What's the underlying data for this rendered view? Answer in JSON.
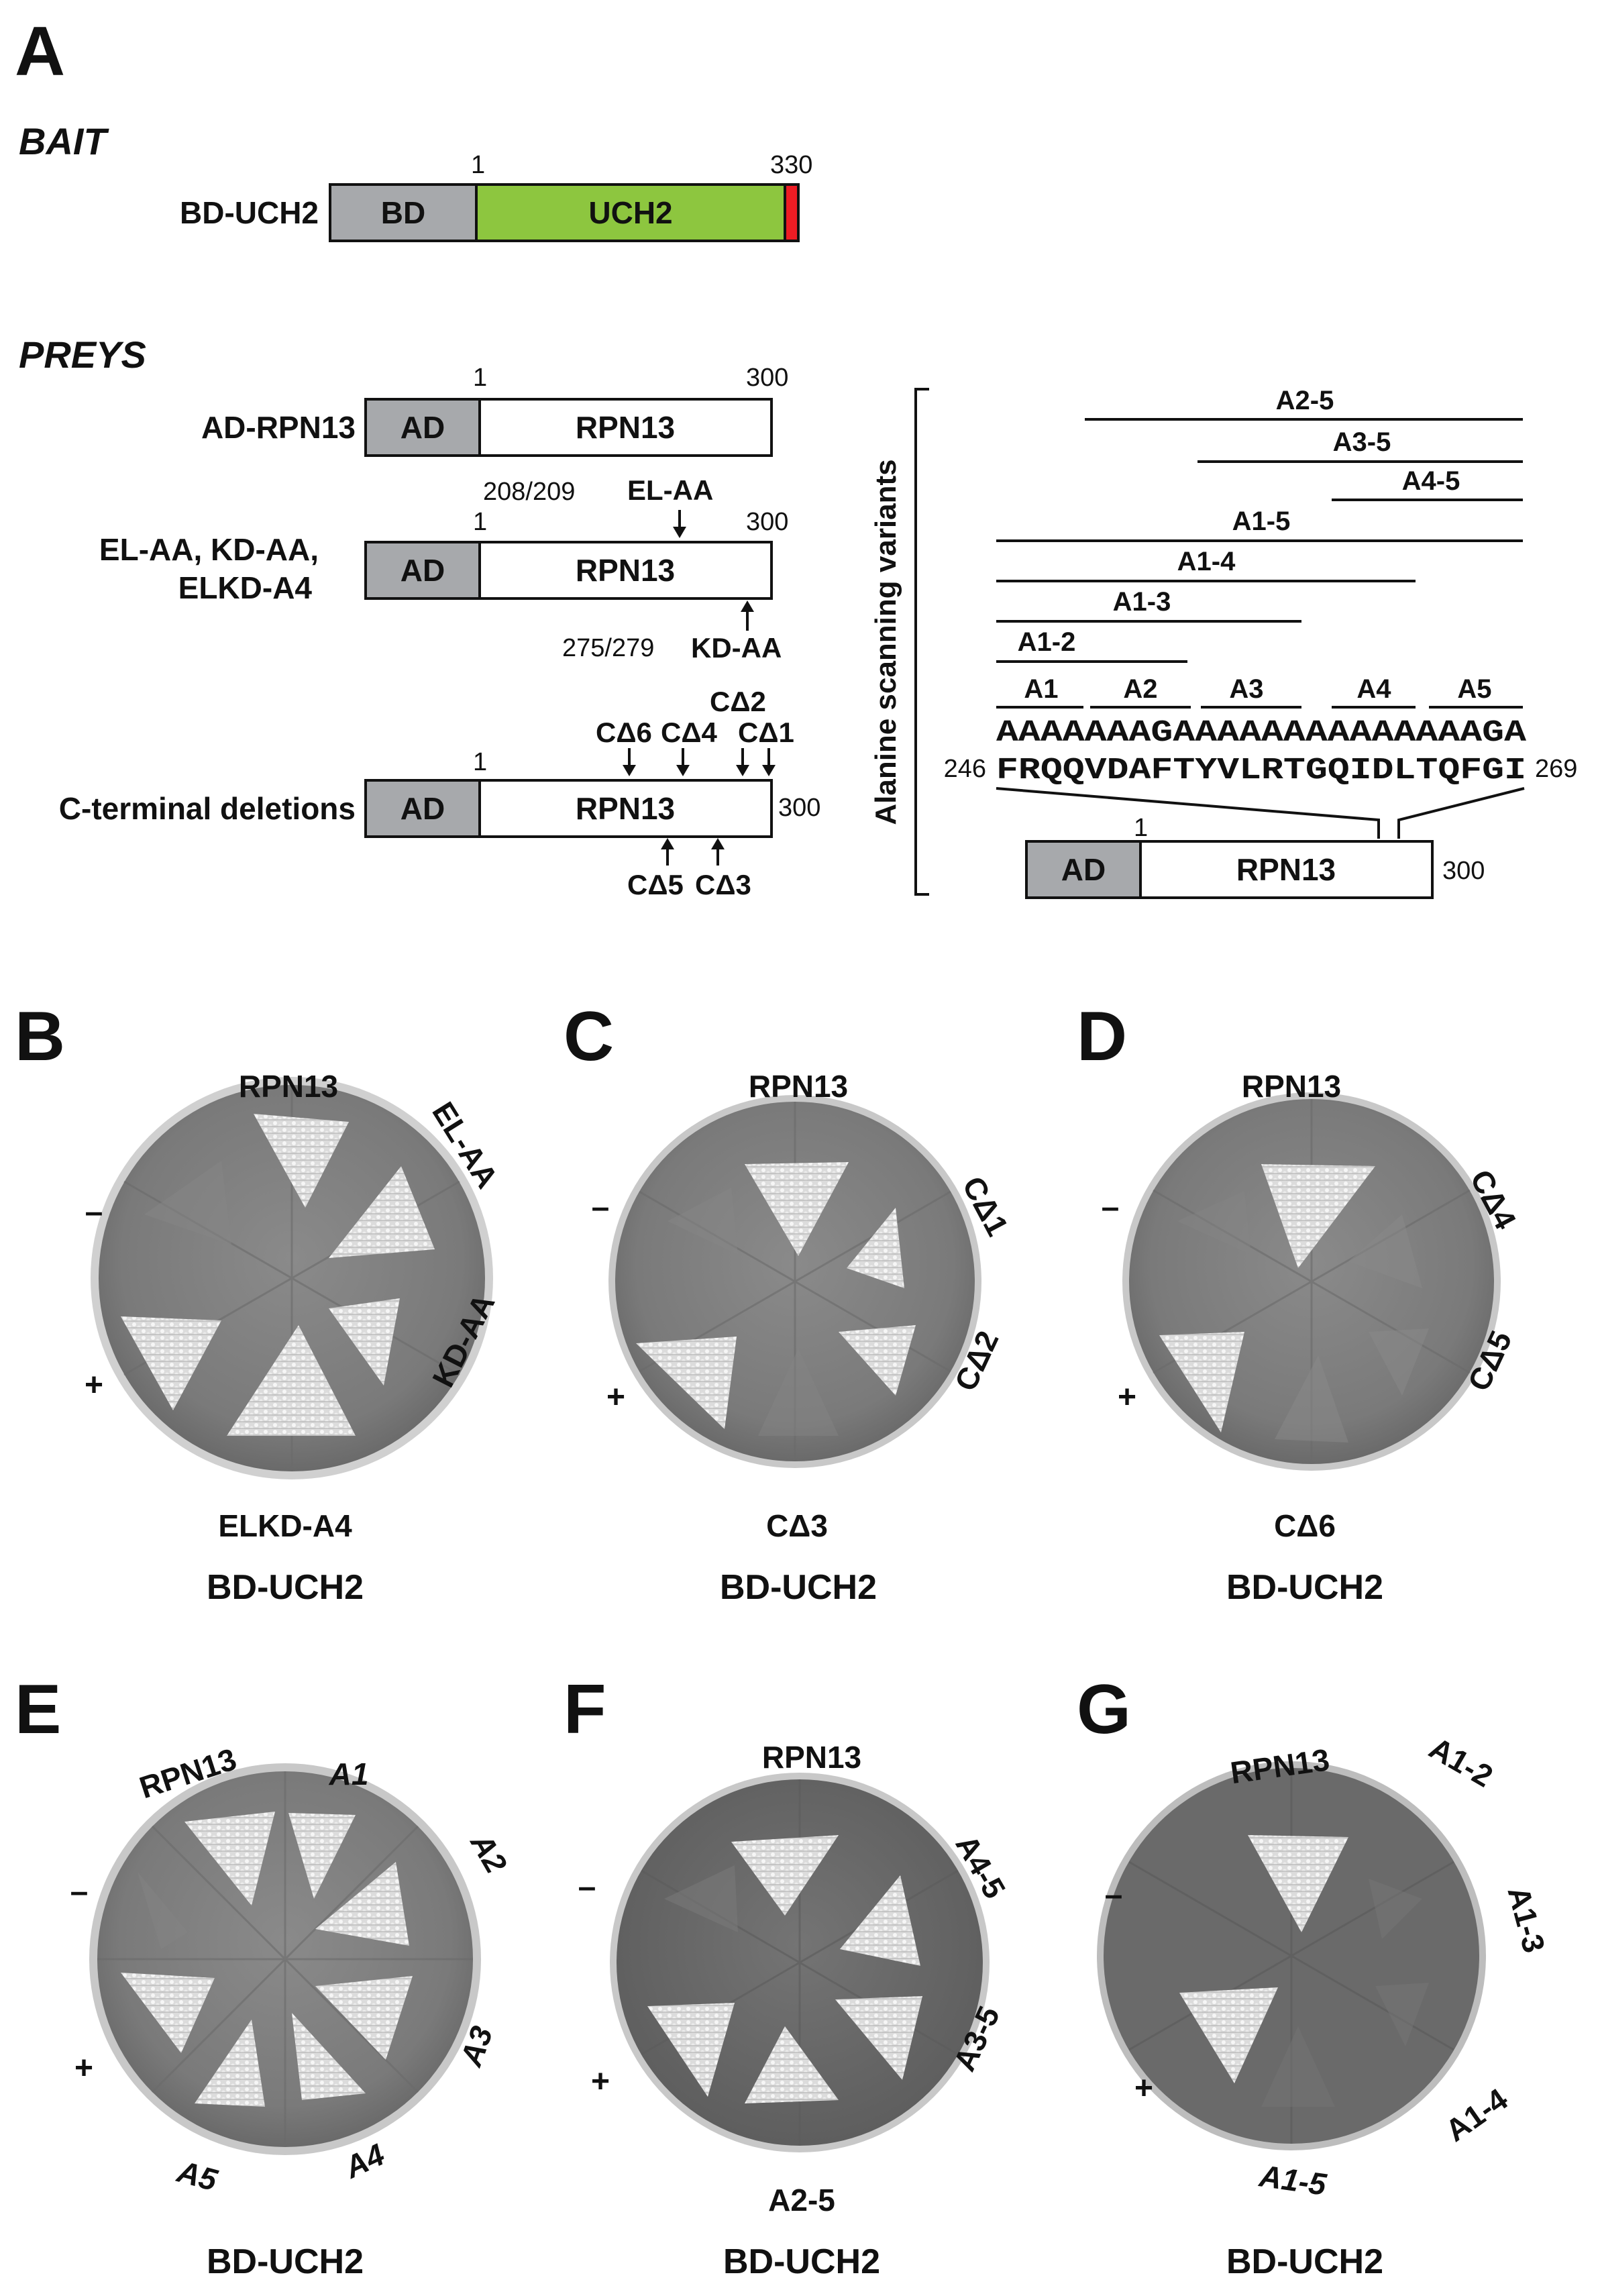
{
  "panels": {
    "A": "A",
    "B": "B",
    "C": "C",
    "D": "D",
    "E": "E",
    "F": "F",
    "G": "G"
  },
  "bait": {
    "heading": "BAIT",
    "name": "BD-UCH2",
    "bd": "BD",
    "uch2": "UCH2",
    "start": "1",
    "end": "330",
    "colors": {
      "bd": "#a7a9ac",
      "uch2": "#8dc63f",
      "tag": "#ed1c24"
    }
  },
  "preys": {
    "heading": "PREYS",
    "ad": "AD",
    "rpn13": "RPN13",
    "one": "1",
    "end": "300",
    "row1": {
      "name": "AD-RPN13"
    },
    "row2": {
      "name_line1": "EL-AA, KD-AA,",
      "name_line2": "ELKD-A4",
      "pos_top": "208/209",
      "mut_top": "EL-AA",
      "pos_bottom": "275/279",
      "mut_bottom": "KD-AA"
    },
    "row3": {
      "name": "C-terminal deletions",
      "c6": "CΔ6",
      "c4": "CΔ4",
      "c2": "CΔ2",
      "c1": "CΔ1",
      "c5": "CΔ5",
      "c3": "CΔ3"
    }
  },
  "alanine": {
    "vertical_label": "Alanine scanning variants",
    "bars": {
      "a25": "A2-5",
      "a35": "A3-5",
      "a45": "A4-5",
      "a15": "A1-5",
      "a14": "A1-4",
      "a13": "A1-3",
      "a12": "A1-2"
    },
    "segments": {
      "a1": "A1",
      "a2": "A2",
      "a3": "A3",
      "a4": "A4",
      "a5": "A5"
    },
    "mut_seq": "AAAAAAAGAAAAAAAAAAAAAAGA",
    "wt_seq": "FRQQVDAFTYVLRTGQIDLTQFGI",
    "start": "246",
    "end": "269",
    "construct": {
      "ad": "AD",
      "rpn13": "RPN13",
      "one": "1",
      "end": "300"
    }
  },
  "plates": {
    "B": {
      "top": "RPN13",
      "tr": "EL-AA",
      "br": "KD-AA",
      "bottom": "ELKD-A4",
      "neg": "–",
      "pos": "+",
      "caption": "BD-UCH2"
    },
    "C": {
      "top": "RPN13",
      "tr": "CΔ1",
      "br": "CΔ2",
      "bottom": "CΔ3",
      "neg": "–",
      "pos": "+",
      "caption": "BD-UCH2"
    },
    "D": {
      "top": "RPN13",
      "tr": "CΔ4",
      "br": "CΔ5",
      "bottom": "CΔ6",
      "neg": "–",
      "pos": "+",
      "caption": "BD-UCH2"
    },
    "E": {
      "rpn13": "RPN13",
      "a1": "A1",
      "a2": "A2",
      "a3": "A3",
      "a4": "A4",
      "a5": "A5",
      "neg": "–",
      "pos": "+",
      "caption": "BD-UCH2"
    },
    "F": {
      "top": "RPN13",
      "tr": "A4-5",
      "br": "A3-5",
      "bottom": "A2-5",
      "neg": "–",
      "pos": "+",
      "caption": "BD-UCH2"
    },
    "G": {
      "top": "RPN13",
      "tr": "A1-2",
      "r": "A1-3",
      "br": "A1-4",
      "bottom": "A1-5",
      "neg": "–",
      "pos": "+",
      "caption": "BD-UCH2"
    }
  }
}
